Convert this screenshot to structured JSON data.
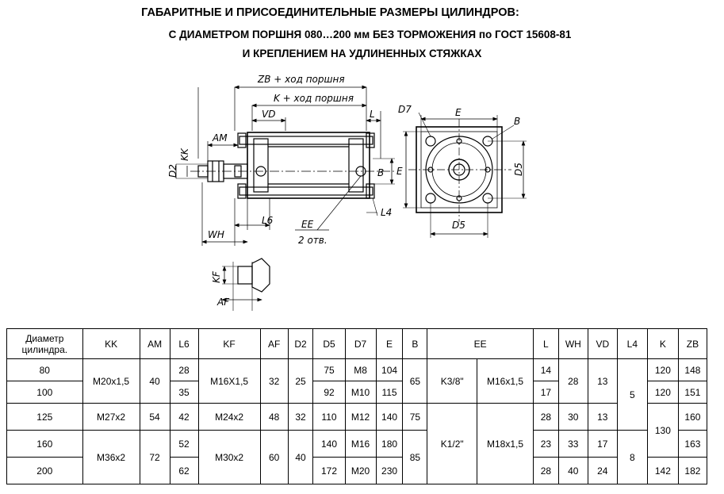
{
  "titles": {
    "line1": "ГАБАРИТНЫЕ И ПРИСОЕДИНИТЕЛЬНЫЕ РАЗМЕРЫ ЦИЛИНДРОВ:",
    "line2": "С ДИАМЕТРОМ ПОРШНЯ 080…200 мм БЕЗ ТОРМОЖЕНИЯ по ГОСТ 15608-81",
    "line3": "И КРЕПЛЕНИЕМ НА УДЛИНЕННЫХ СТЯЖКАХ"
  },
  "drawing_labels": {
    "zb": "ZB + ход поршня",
    "k": "K + ход поршня",
    "vd": "VD",
    "l": "L",
    "am": "AM",
    "kk": "KK",
    "d2": "D2",
    "b": "B",
    "l6": "L6",
    "ee": "EE",
    "ee_note": "2 отв.",
    "l4": "L4",
    "wh": "WH",
    "kf": "KF",
    "af": "AF",
    "d7": "D7",
    "e_top": "E",
    "b_right": "B",
    "e_left": "E",
    "d5_right": "D5",
    "d5_bottom": "D5"
  },
  "table": {
    "headers": {
      "diam": "Диаметр цилиндра.",
      "kk": "KK",
      "am": "AM",
      "l6": "L6",
      "kf": "KF",
      "af": "AF",
      "d2": "D2",
      "d5": "D5",
      "d7": "D7",
      "e": "E",
      "b": "B",
      "ee": "EE",
      "l": "L",
      "wh": "WH",
      "vd": "VD",
      "l4": "L4",
      "k": "K",
      "zb": "ZB"
    },
    "rows": [
      {
        "diam": "80",
        "l6": "28",
        "d5": "75",
        "d7": "M8",
        "e": "104",
        "l": "14",
        "zb": "148"
      },
      {
        "diam": "100",
        "l6": "35",
        "d5": "92",
        "d7": "M10",
        "e": "115",
        "l": "17",
        "zb": "151"
      },
      {
        "diam": "125",
        "kk": "M27x2",
        "am": "54",
        "l6": "42",
        "kf": "M24x2",
        "af": "48",
        "d2": "32",
        "d5": "110",
        "d7": "M12",
        "e": "140",
        "b": "75",
        "l": "28",
        "wh": "30",
        "vd": "13",
        "zb": "160"
      },
      {
        "diam": "160",
        "l6": "52",
        "d5": "140",
        "d7": "M16",
        "e": "180",
        "l": "23",
        "wh": "33",
        "vd": "17",
        "zb": "163"
      },
      {
        "diam": "200",
        "l6": "62",
        "d5": "172",
        "d7": "M20",
        "e": "230",
        "l": "28",
        "wh": "40",
        "vd": "24",
        "k": "142",
        "zb": "182"
      }
    ],
    "merged": {
      "kk_80_100": "M20x1,5",
      "am_80_100": "40",
      "kf_80_100": "M16X1,5",
      "af_80_100": "32",
      "d2_80_100": "25",
      "b_80_100": "65",
      "ee1_80_100": "K3/8\"",
      "ee2_80_100": "M16x1,5",
      "wh_80_100": "28",
      "vd_80_100": "13",
      "l4_80_125": "5",
      "k_80": "120",
      "k_100": "120",
      "k_125_160": "130",
      "kk_160_200": "M36x2",
      "am_160_200": "72",
      "kf_160_200": "M30x2",
      "af_160_200": "60",
      "d2_160_200": "40",
      "b_160_200": "85",
      "ee1_125_200": "K1/2\"",
      "ee2_125_200": "M18x1,5",
      "l4_160_200": "8"
    }
  }
}
